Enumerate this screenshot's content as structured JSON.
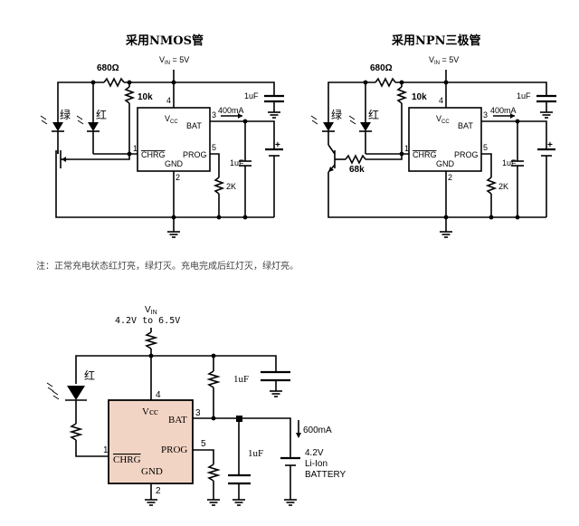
{
  "circuits": {
    "nmos": {
      "title": "采用NMOS管",
      "vin": "V",
      "vin_sub": "IN",
      "vin_val": " = 5V",
      "r1": "680Ω",
      "r2": "10k",
      "green": "绿",
      "red": "红",
      "pin4": "4",
      "pin3": "3",
      "pin1": "1",
      "pin5": "5",
      "pin2": "2",
      "vcc": "V",
      "vcc_sub": "CC",
      "bat": "BAT",
      "chrg": "CHRG",
      "prog": "PROG",
      "gnd": "GND",
      "current": "400mA",
      "cap1": "1uF",
      "cap2": "1uF",
      "rprog": "2K",
      "plus": "+"
    },
    "npn": {
      "title": "采用NPN三极管",
      "vin": "V",
      "vin_sub": "IN",
      "vin_val": " = 5V",
      "r1": "680Ω",
      "r2": "10k",
      "green": "绿",
      "red": "红",
      "rb": "68k",
      "pin4": "4",
      "pin3": "3",
      "pin1": "1",
      "pin5": "5",
      "pin2": "2",
      "vcc": "V",
      "vcc_sub": "CC",
      "bat": "BAT",
      "chrg": "CHRG",
      "prog": "PROG",
      "gnd": "GND",
      "current": "400mA",
      "cap1": "1uF",
      "cap2": "1uF",
      "rprog": "2K",
      "plus": "+"
    },
    "note": "注：正常充电状态红灯亮，绿灯灭。充电完成后红灯灭，绿灯亮。",
    "single": {
      "vin": "V",
      "vin_sub": "IN",
      "vin_range": "4.2V to 6.5V",
      "red": "红",
      "pin4": "4",
      "pin3": "3",
      "pin1": "1",
      "pin5": "5",
      "pin2": "2",
      "vcc": "Vcc",
      "bat": "BAT",
      "chrg": "CHRG",
      "prog": "PROG",
      "gnd": "GND",
      "cap1": "1uF",
      "cap2": "1uF",
      "current": "600mA",
      "batt_v": "4.2V",
      "batt_type": "Li-Ion",
      "batt_label": "BATTERY",
      "ic_color": "#f2d4c4"
    }
  }
}
